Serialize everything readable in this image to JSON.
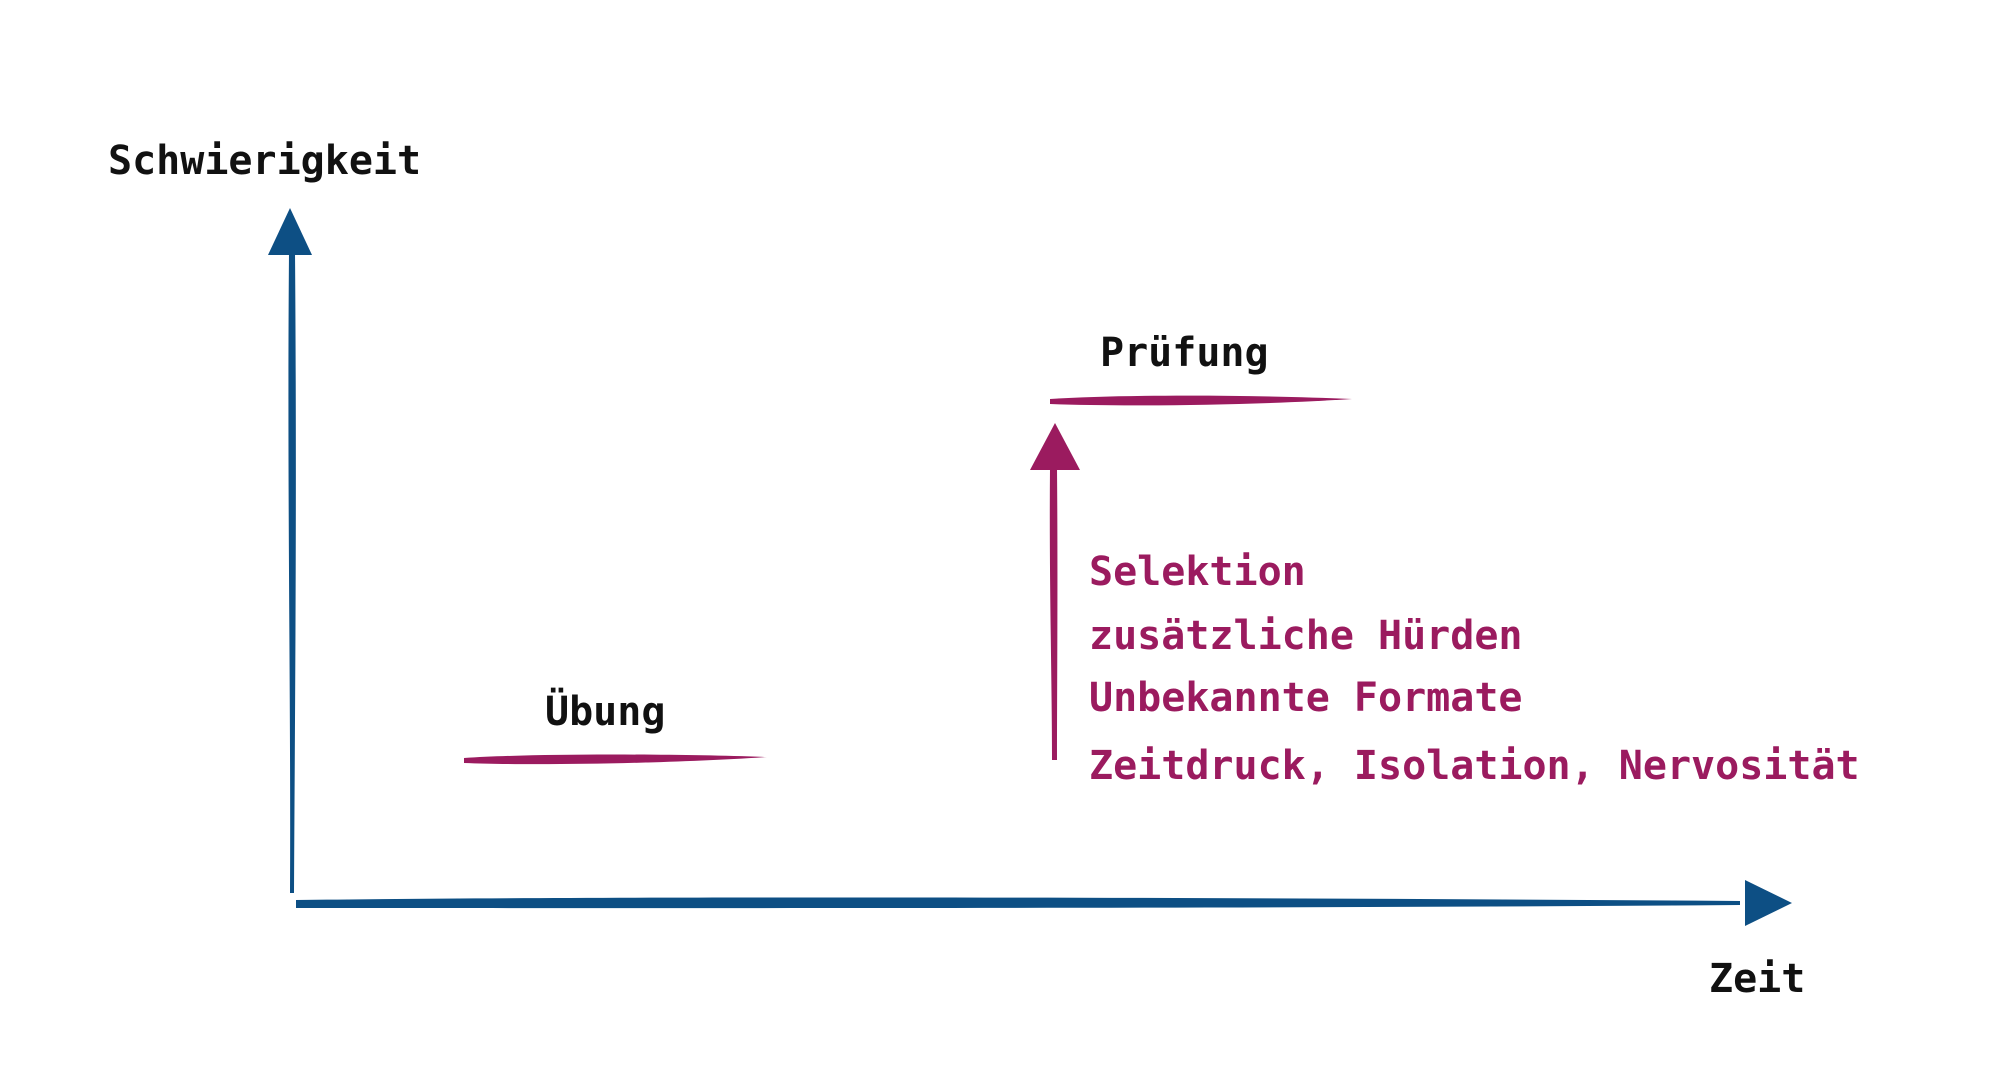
{
  "axes": {
    "y_label": "Schwierigkeit",
    "x_label": "Zeit",
    "color": "#0d4f84"
  },
  "levels": {
    "uebung": "Übung",
    "pruefung": "Prüfung",
    "color": "#9b1b5f"
  },
  "factors": [
    "Selektion",
    "zusätzliche Hürden",
    "Unbekannte Formate",
    "Zeitdruck, Isolation, Nervosität"
  ],
  "colors": {
    "text": "#111111",
    "accent": "#9b1b5f",
    "axis": "#0d4f84"
  }
}
